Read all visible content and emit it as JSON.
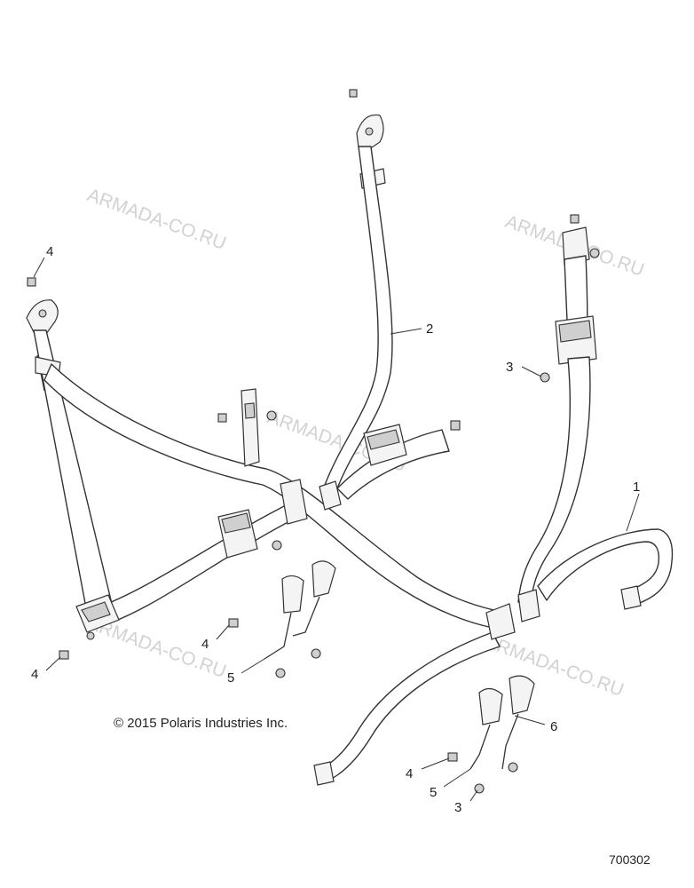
{
  "watermark": "ARMADA-CO.RU",
  "copyright": "© 2015 Polaris Industries Inc.",
  "document_number": "700302",
  "callouts": {
    "c1": "1",
    "c2": "2",
    "c3a": "3",
    "c3b": "3",
    "c4a": "4",
    "c4b": "4",
    "c4c": "4",
    "c4d": "4",
    "c5a": "5",
    "c5b": "5",
    "c6": "6"
  }
}
